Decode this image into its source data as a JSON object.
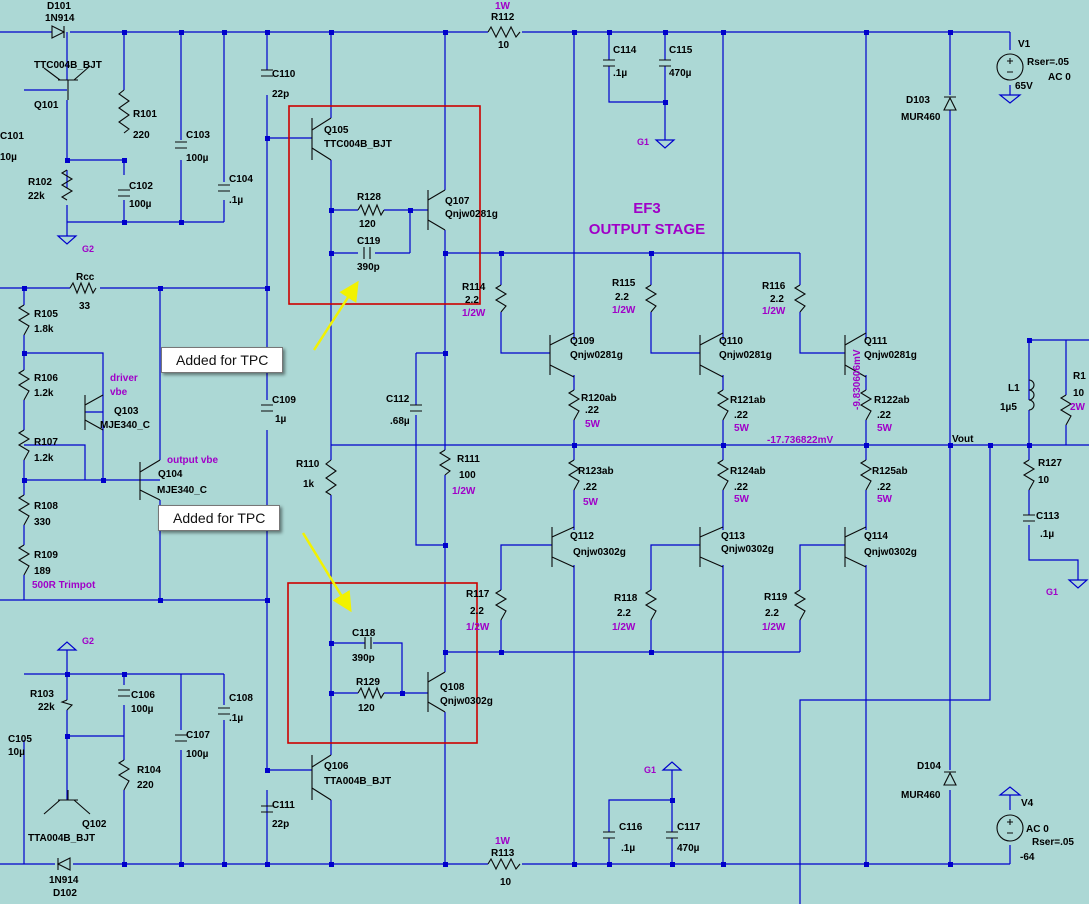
{
  "stage": {
    "line1": "EF3",
    "line2": "OUTPUT STAGE"
  },
  "callouts": [
    "Added for TPC",
    "Added for TPC"
  ],
  "labels": {
    "D101": "D101",
    "D101v": "1N914",
    "R112t": "1W",
    "R112": "R112",
    "R112v": "10",
    "V1": "V1",
    "V1r": "Rser=.05",
    "V1ac": "AC 0",
    "V1v": "65V",
    "TTC004": "TTC004B_BJT",
    "Q101": "Q101",
    "R101": "R101",
    "R101v": "220",
    "C101": "C101",
    "C101v": "10µ",
    "R102": "R102",
    "R102v": "22k",
    "C102": "C102",
    "C102v": "100µ",
    "C103": "C103",
    "C103v": "100µ",
    "C104": "C104",
    "C104v": ".1µ",
    "C110": "C110",
    "C110v": "22p",
    "Q105": "Q105",
    "Q105v": "TTC004B_BJT",
    "R128": "R128",
    "R128v": "120",
    "C119": "C119",
    "C119v": "390p",
    "Q107": "Q107",
    "Q107v": "Qnjw0281g",
    "C114": "C114",
    "C114v": ".1µ",
    "C115": "C115",
    "C115v": "470µ",
    "D103": "D103",
    "D103v": "MUR460",
    "R114": "R114",
    "R114v": "2.2",
    "R114p": "1/2W",
    "R115": "R115",
    "R115v": "2.2",
    "R115p": "1/2W",
    "R116": "R116",
    "R116v": "2.2",
    "R116p": "1/2W",
    "Q109": "Q109",
    "Q109v": "Qnjw0281g",
    "Q110": "Q110",
    "Q110v": "Qnjw0281g",
    "Q111": "Q111",
    "Q111v": "Qnjw0281g",
    "R120": "R120ab",
    "R120v": ".22",
    "R120p": "5W",
    "R121": "R121ab",
    "R121v": ".22",
    "R121p": "5W",
    "R122": "R122ab",
    "R122v": ".22",
    "R122p": "5W",
    "Rcc": "Rcc",
    "Rccv": "33",
    "R105": "R105",
    "R105v": "1.8k",
    "R106": "R106",
    "R106v": "1.2k",
    "R107": "R107",
    "R107v": "1.2k",
    "R108": "R108",
    "R108v": "330",
    "R109": "R109",
    "R109v": "189",
    "R109p": "500R Trimpot",
    "Q103": "Q103",
    "Q103v": "MJE340_C",
    "Q104": "Q104",
    "Q104v": "MJE340_C",
    "driver1": "driver",
    "driver2": "vbe",
    "outvbe": "output vbe",
    "C109": "C109",
    "C109v": "1µ",
    "C112": "C112",
    "C112v": ".68µ",
    "R110": "R110",
    "R110v": "1k",
    "R111": "R111",
    "R111v": "100",
    "R111p": "1/2W",
    "vout_mv": "-17.736822mV",
    "vout": "Vout",
    "vmv": "-9.830606mV",
    "L1": "L1",
    "L1v": "1µ5",
    "R1x": "R1",
    "R1xv": "10",
    "R1xp": "2W",
    "R127": "R127",
    "R127v": "10",
    "C113": "C113",
    "C113v": ".1µ",
    "R123": "R123ab",
    "R123v": ".22",
    "R123p": "5W",
    "R124": "R124ab",
    "R124v": ".22",
    "R124p": "5W",
    "R125": "R125ab",
    "R125v": ".22",
    "R125p": "5W",
    "Q112": "Q112",
    "Q112v": "Qnjw0302g",
    "Q113": "Q113",
    "Q113v": "Qnjw0302g",
    "Q114": "Q114",
    "Q114v": "Qnjw0302g",
    "R117": "R117",
    "R117v": "2.2",
    "R117p": "1/2W",
    "R118": "R118",
    "R118v": "2.2",
    "R118p": "1/2W",
    "R119": "R119",
    "R119v": "2.2",
    "R119p": "1/2W",
    "C118": "C118",
    "C118v": "390p",
    "R129": "R129",
    "R129v": "120",
    "Q108": "Q108",
    "Q108v": "Qnjw0302g",
    "R103": "R103",
    "R103v": "22k",
    "C106": "C106",
    "C106v": "100µ",
    "C107": "C107",
    "C107v": "100µ",
    "C108": "C108",
    "C108v": ".1µ",
    "C105": "C105",
    "C105v": "10µ",
    "R104": "R104",
    "R104v": "220",
    "Q102": "Q102",
    "TTA004": "TTA004B_BJT",
    "Q106": "Q106",
    "Q106v": "TTA004B_BJT",
    "C111": "C111",
    "C111v": "22p",
    "C116": "C116",
    "C116v": ".1µ",
    "C117": "C117",
    "C117v": "470µ",
    "D104": "D104",
    "D104v": "MUR460",
    "V4": "V4",
    "V4ac": "AC 0",
    "V4r": "Rser=.05",
    "V4v": "-64",
    "R113t": "1W",
    "R113": "R113",
    "R113v": "10",
    "D102v": "1N914",
    "D102": "D102",
    "G1": "G1",
    "G2": "G2"
  }
}
